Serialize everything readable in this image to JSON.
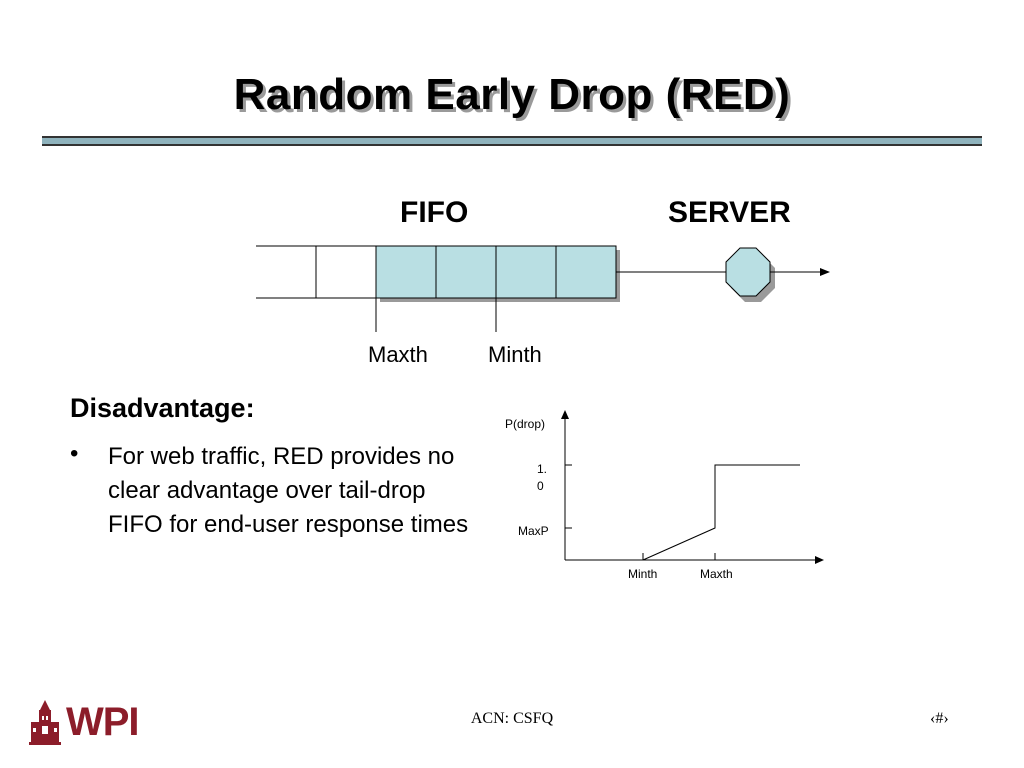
{
  "slide": {
    "title": "Random Early Drop (RED)",
    "footer": "ACN: CSFQ",
    "page_number": "‹#›"
  },
  "diagram": {
    "fifo_label": "FIFO",
    "server_label": "SERVER",
    "maxth_label": "Maxth",
    "minth_label": "Minth",
    "queue_slots_total": 6,
    "queue_slots_filled": 4
  },
  "body": {
    "heading": "Disadvantage:",
    "bullet_marker": "•",
    "bullet_text": "For web traffic, RED provides no clear advantage over tail-drop FIFO for end-user response times"
  },
  "chart_data": {
    "type": "line",
    "ylabel": "P(drop)",
    "y_ticks": [
      "1.0",
      "MaxP"
    ],
    "x_ticks": [
      "Minth",
      "Maxth"
    ],
    "x": [
      "Minth",
      "Maxth",
      "Maxth",
      "end"
    ],
    "series": [
      {
        "values": [
          "0",
          "MaxP",
          "1.0",
          "1.0"
        ]
      }
    ],
    "grid": false
  },
  "logo": {
    "text": "WPI",
    "color": "#8c1d2a"
  },
  "colors": {
    "queue_fill": "#b9dfe3",
    "server_fill": "#b9dfe3",
    "title_rule": "#8fb3bd"
  }
}
